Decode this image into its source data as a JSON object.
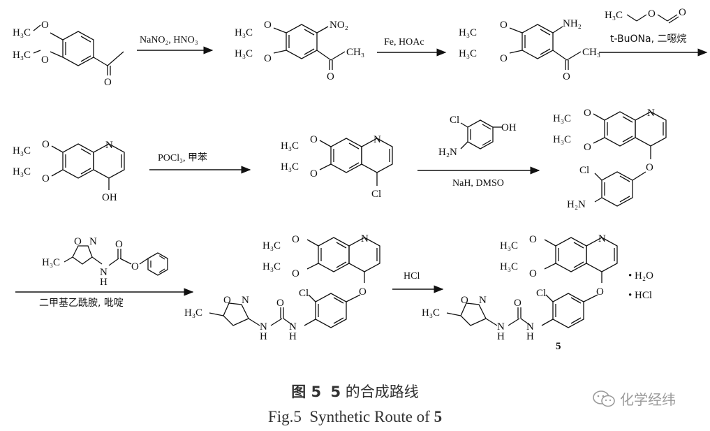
{
  "reagents": {
    "r1": "NaNO₂, HNO₃",
    "r2": "Fe, HOAc",
    "r3_below": "t-BuONa, 二噁烷",
    "r4": "POCl₃, 甲苯",
    "r5_below": "NaH, DMSO",
    "r6_below": "二甲基乙酰胺, 吡啶",
    "r7": "HCl"
  },
  "labels": {
    "h3c": "H₃C",
    "o": "O",
    "n": "N",
    "cl": "Cl",
    "oh": "OH",
    "nh2": "NH₂",
    "h2n": "H₂N",
    "no2": "NO₂",
    "ch3": "CH₃",
    "h": "H",
    "hcl_salt": "• HCl",
    "h2o_salt": "• H₂O",
    "compound_number": "5"
  },
  "caption": {
    "cn_prefix": "图 5",
    "cn_number": "5",
    "cn_text": "的合成路线",
    "en_prefix": "Fig.5",
    "en_text": "Synthetic Route of",
    "en_number": "5"
  },
  "watermark": {
    "text": "化学经纬",
    "icon": "wechat-icon"
  }
}
